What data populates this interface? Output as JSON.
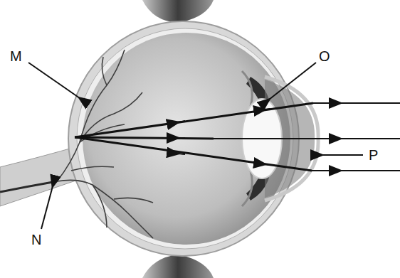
{
  "diagram": {
    "labels": [
      "M",
      "O",
      "P",
      "N"
    ]
  }
}
